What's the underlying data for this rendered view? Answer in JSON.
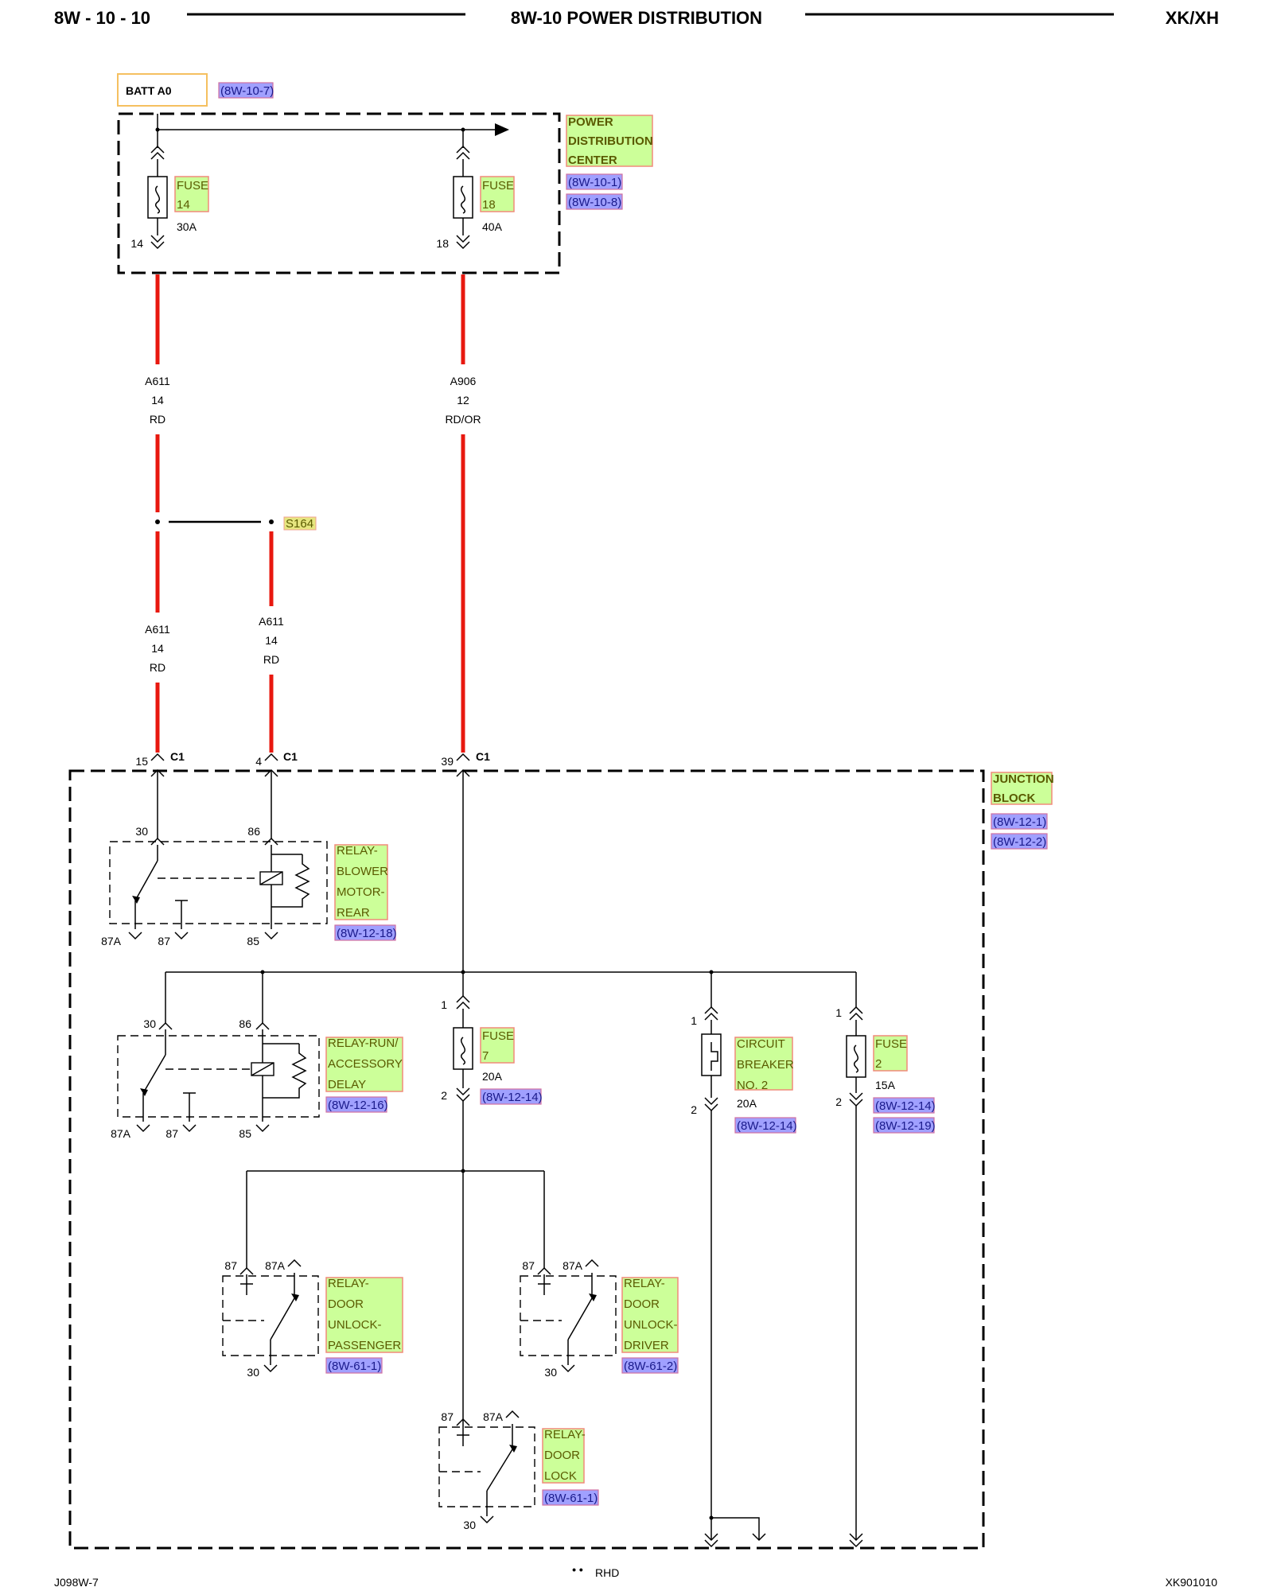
{
  "header": {
    "left": "8W - 10 - 10",
    "title": "8W-10 POWER DISTRIBUTION",
    "right": "XK/XH"
  },
  "footer": {
    "left": "J098W-7",
    "center_marker": "• •",
    "center": "RHD",
    "right": "XK901010"
  },
  "batt": {
    "label": "BATT A0",
    "ref": "(8W-10-7)"
  },
  "pdc": {
    "label": [
      "POWER",
      "DISTRIBUTION",
      "CENTER"
    ],
    "refs": [
      "(8W-10-1)",
      "(8W-10-8)"
    ],
    "fuse14": {
      "name": [
        "FUSE",
        "14"
      ],
      "rating": "30A",
      "pin": "14"
    },
    "fuse18": {
      "name": [
        "FUSE",
        "18"
      ],
      "rating": "40A",
      "pin": "18"
    }
  },
  "wires": {
    "a611_top": [
      "A611",
      "14",
      "RD"
    ],
    "a906": [
      "A906",
      "12",
      "RD/OR"
    ],
    "a611_left": [
      "A611",
      "14",
      "RD"
    ],
    "a611_right": [
      "A611",
      "14",
      "RD"
    ],
    "splice": "S164"
  },
  "connectors": {
    "c1_15": {
      "pin": "15",
      "name": "C1"
    },
    "c1_4": {
      "pin": "4",
      "name": "C1"
    },
    "c1_39": {
      "pin": "39",
      "name": "C1"
    }
  },
  "junction_block": {
    "label": [
      "JUNCTION",
      "BLOCK"
    ],
    "refs": [
      "(8W-12-1)",
      "(8W-12-2)"
    ]
  },
  "relay_blower": {
    "label": [
      "RELAY-",
      "BLOWER",
      "MOTOR-",
      "REAR"
    ],
    "ref": "(8W-12-18)",
    "pins": {
      "p30": "30",
      "p86": "86",
      "p87a": "87A",
      "p87": "87",
      "p85": "85"
    }
  },
  "relay_run": {
    "label": [
      "RELAY-RUN/",
      "ACCESSORY",
      "DELAY"
    ],
    "ref": "(8W-12-16)",
    "pins": {
      "p30": "30",
      "p86": "86",
      "p87a": "87A",
      "p87": "87",
      "p85": "85"
    }
  },
  "fuse7": {
    "name": [
      "FUSE",
      "7"
    ],
    "rating": "20A",
    "ref": "(8W-12-14)",
    "pin1": "1",
    "pin2": "2"
  },
  "breaker": {
    "name": [
      "CIRCUIT",
      "BREAKER",
      "NO. 2"
    ],
    "rating": "20A",
    "ref": "(8W-12-14)",
    "pin1": "1",
    "pin2": "2"
  },
  "fuse2": {
    "name": [
      "FUSE",
      "2"
    ],
    "rating": "15A",
    "refs": [
      "(8W-12-14)",
      "(8W-12-19)"
    ],
    "pin1": "1",
    "pin2": "2"
  },
  "relay_unlock_pass": {
    "label": [
      "RELAY-",
      "DOOR",
      "UNLOCK-",
      "PASSENGER"
    ],
    "ref": "(8W-61-1)",
    "pins": {
      "p87": "87",
      "p87a": "87A",
      "p30": "30"
    }
  },
  "relay_unlock_drv": {
    "label": [
      "RELAY-",
      "DOOR",
      "UNLOCK-",
      "DRIVER"
    ],
    "ref": "(8W-61-2)",
    "pins": {
      "p87": "87",
      "p87a": "87A",
      "p30": "30"
    }
  },
  "relay_lock": {
    "label": [
      "RELAY-",
      "DOOR",
      "LOCK"
    ],
    "ref": "(8W-61-1)",
    "pins": {
      "p87": "87",
      "p87a": "87A",
      "p30": "30"
    }
  }
}
